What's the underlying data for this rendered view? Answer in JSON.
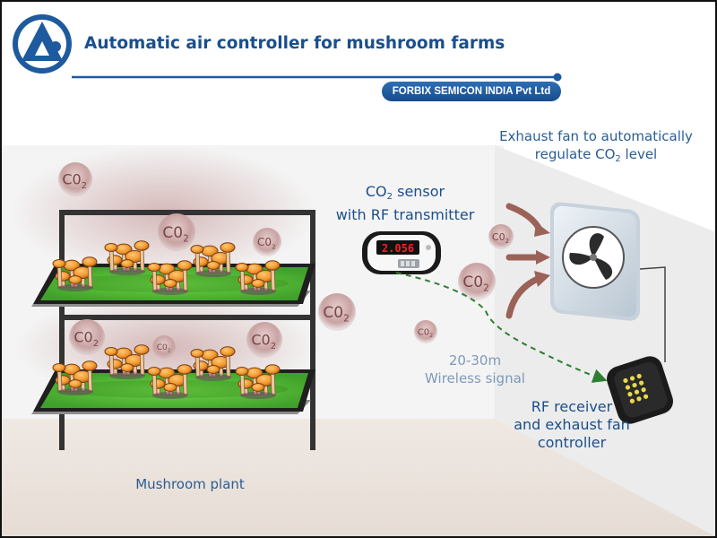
{
  "header": {
    "title": "Automatic air controller for mushroom farms",
    "brand": "FORBIX SEMICON INDIA Pvt Ltd"
  },
  "labels": {
    "exhaust_fan_line1": "Exhaust fan to automatically",
    "exhaust_fan_line2_pre": "regulate CO",
    "exhaust_fan_line2_sub": "2",
    "exhaust_fan_line2_post": " level",
    "sensor_line1_pre": "CO",
    "sensor_line1_sub": "2",
    "sensor_line1_post": " sensor",
    "sensor_line2": "with RF transmitter",
    "distance": "20-30m",
    "wireless": "Wireless signal",
    "receiver_line1": "RF receiver",
    "receiver_line2": "and exhaust fan",
    "receiver_line3": "controller",
    "plant": "Mushroom plant"
  },
  "sensor_display": "2.056",
  "co2_bubble": {
    "main": "C0",
    "sub": "2"
  },
  "colors": {
    "title": "#1a4f8c",
    "brand_bg": "#1e5a9e",
    "moss": "#5fc93a",
    "bubble": "#c79a9a",
    "arrow": "#9b6258",
    "signal": "#2f7d32",
    "display": "#ff2020"
  }
}
